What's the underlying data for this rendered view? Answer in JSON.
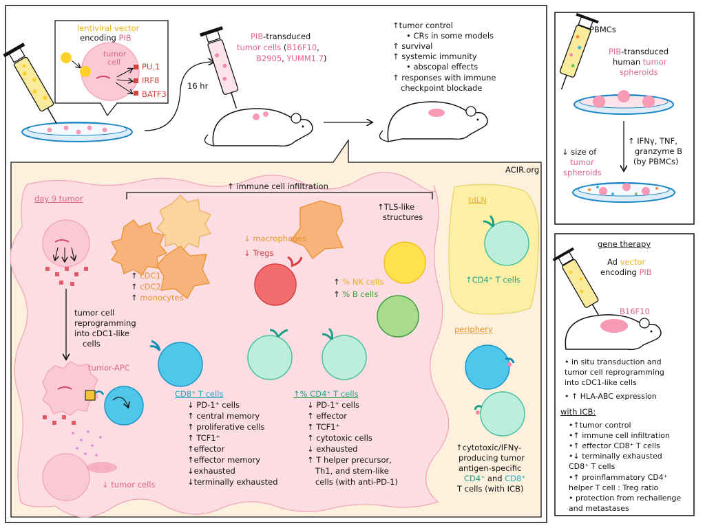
{
  "top": {
    "inset": {
      "line1": "lentiviral vector",
      "line2_prefix": "encoding ",
      "line2_pib": "PIB",
      "cell_label_1": "tumor",
      "cell_label_2": "cell",
      "factors": [
        "PU.1",
        "IRF8",
        "BATF3"
      ]
    },
    "time": "16 hr",
    "mouse1": {
      "pib": "PIB",
      "transduced": "-transduced",
      "tumor_cells": "tumor cells",
      "paren_open": " (",
      "b16": "B16F10",
      "comma1": ",",
      "b2905": "B2905",
      "comma2": ", ",
      "yumm": "YUMM1.7",
      "paren_close": ")"
    },
    "outcomes": [
      "↑tumor control",
      "•  CRs  in some models",
      "↑ survival",
      "↑ systemic immunity",
      "•  abscopal effects",
      "↑ responses with immune",
      "checkpoint blockade"
    ]
  },
  "human_panel": {
    "pbmcs": "PBMCs",
    "sph_pib": "PIB",
    "sph_l1": "-transduced",
    "sph_l2a": "human ",
    "sph_l2b": "tumor",
    "sph_l3": "spheroids",
    "left_l1": "↓ size of",
    "left_l2": "tumor",
    "left_l3": "spheroids",
    "right_l1": "↑ IFNγ, TNF,",
    "right_l2": "granzyme B",
    "right_l3": "(by PBMCs)"
  },
  "main": {
    "source": "ACIR.org",
    "day9": "day 9 tumor",
    "infiltration": "↑ immune cell infiltration",
    "tls_l1": "↑TLS-like",
    "tls_l2": "structures",
    "reprogram": [
      "tumor cell",
      "reprogramming",
      "into cDC1-like",
      "cells"
    ],
    "tumor_apc": "tumor-APC",
    "tumor_cells_down": "↓ tumor cells",
    "dc": {
      "a1": "↑ ",
      "cdc1": "cDC1",
      "a2": "↑ ",
      "cdc2": "cDC2",
      "a3": "↑ ",
      "mono": "monocytes"
    },
    "mac_l1": "↓ macrophages",
    "mac_l2": "↓ Tregs",
    "nk_arrow": "↑ ",
    "nk": "% NK cells",
    "b_arrow": "↑ ",
    "b": "% B cells",
    "cd8_title": "CD8⁺ T cells",
    "cd8_list": [
      "↓ PD-1⁺ cells",
      "↑ central memory",
      "↑ proliferative cells",
      "↑ TCF1⁺",
      "↑effector",
      "↑effector memory",
      "↓exhausted",
      "↓terminally exhausted"
    ],
    "cd4_title": "↑% CD4⁺ T cells",
    "cd4_list": [
      "↓ PD-1⁺ cells",
      "↑ effector",
      "↑ TCF1⁺",
      "↑ cytotoxic cells",
      "↓ exhausted",
      "↑ T helper precursor,",
      "Th1, and stem-like",
      "cells (with anti-PD-1)"
    ]
  },
  "tdln": {
    "title": "tdLN",
    "label": "↑CD4⁺ T cells"
  },
  "periphery": {
    "title": "periphery",
    "l1": "↑cytotoxic/IFNγ-",
    "l2": "producing tumor",
    "l3": "antigen-specific",
    "l4a": "CD4⁺",
    "l4b": " and ",
    "l4c": "CD8⁺",
    "l5": "T cells (with ICB)"
  },
  "gene_therapy": {
    "title": "gene therapy",
    "l1": "Ad ",
    "l1b": "vector",
    "l2": "encoding ",
    "l2b": "PIB",
    "tumor": "B16F10",
    "bullets": [
      "•  in situ transduction and",
      "   tumor cell reprogramming",
      "   into cDC1-like cells",
      "•  ↑ HLA-ABC expression"
    ],
    "icb_title": "with ICB:",
    "icb": [
      "•↑tumor control",
      "•↑ immune cell infiltration",
      "•↑ effector  CD8⁺ T cells",
      "•↓ terminally exhausted",
      "   CD8⁺ T cells",
      "•↑ proinflammatory CD4⁺",
      "   helper T cell : Treg ratio",
      "•  protection from rechallenge",
      "   and metastases"
    ]
  },
  "colors": {
    "pink_cell": "#f9c9d6",
    "peach_bg": "#fdf1de",
    "tdln": "#fbf0a6",
    "cyan": "#4fc6ea",
    "mint": "#bdeedb",
    "orange": "#f8b27a"
  }
}
